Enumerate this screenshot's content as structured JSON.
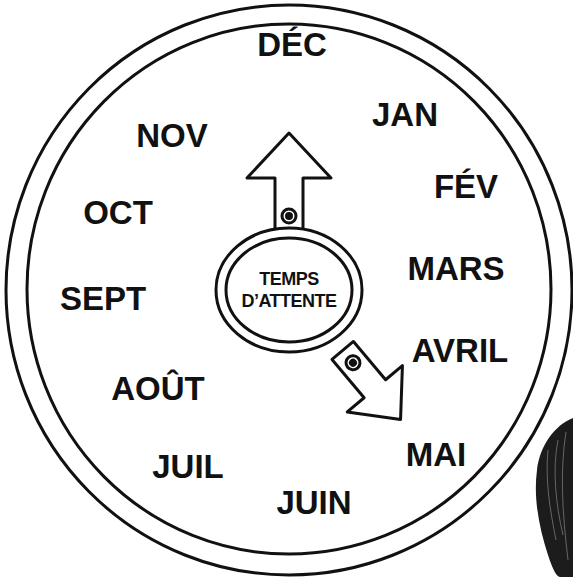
{
  "diagram": {
    "nodes": [
      {
        "text": [
          "TEMPS D’ATTENTE"
        ]
      }
    ],
    "labels": [
      "DÉC",
      "JAN",
      "FÉV",
      "MARS",
      "AVRIL",
      "MAI",
      "JUIN",
      "JUIL",
      "AOÛT",
      "SEPT",
      "OCT",
      "NOV"
    ]
  }
}
